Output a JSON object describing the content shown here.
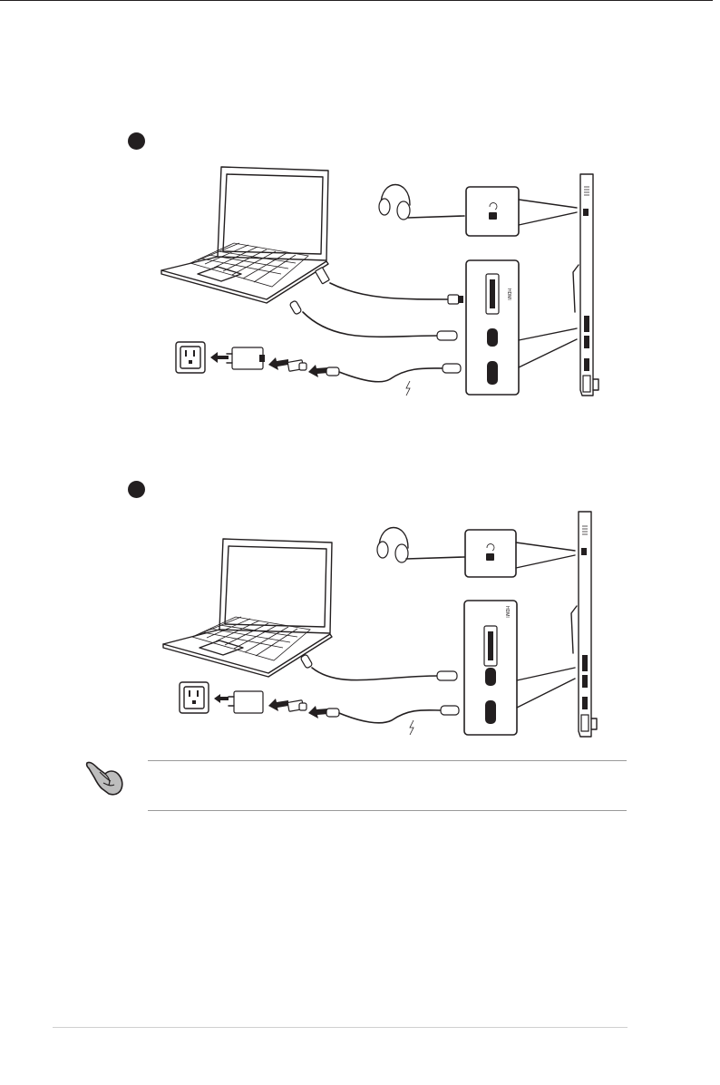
{
  "page": {
    "type": "user-manual-page",
    "colors": {
      "ink": "#231f20",
      "rule": "#9a9a9a",
      "footer_rule": "#cfcfcf"
    }
  },
  "diagrams": [
    {
      "step_marker": "filled-circle",
      "connections": [
        "headphones-to-earphone-jack",
        "laptop-usb-a-to-monitor-usb-c-via-adapter-cable",
        "laptop-usb-c-to-monitor-usb-c",
        "wall-outlet-power-adapter-to-monitor-usb-c"
      ],
      "icons": [
        "laptop-icon",
        "headphones-icon",
        "wall-outlet-icon",
        "power-adapter-icon",
        "monitor-side-icon"
      ]
    },
    {
      "step_marker": "filled-circle",
      "connections": [
        "headphones-to-earphone-jack",
        "laptop-usb-c-to-monitor-usb-c",
        "wall-outlet-power-adapter-to-monitor-usb-c"
      ],
      "icons": [
        "laptop-icon",
        "headphones-icon",
        "wall-outlet-icon",
        "power-adapter-icon",
        "monitor-side-icon"
      ]
    }
  ],
  "note": {
    "icon": "pointing-hand-icon"
  }
}
